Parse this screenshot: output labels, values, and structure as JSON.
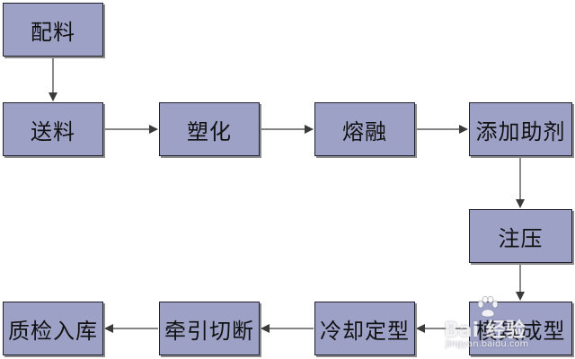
{
  "nodes": {
    "peiliao": "配料",
    "songliao": "送料",
    "suhua": "塑化",
    "rongrong": "熔融",
    "tianjia": "添加助剂",
    "zhuya": "注压",
    "moju": "模具成型",
    "lengque": "冷却定型",
    "qianyin": "牵引切断",
    "zhijian": "质检入库"
  },
  "watermark": {
    "logo": "Bai 经验",
    "url": "jingyan.baidu.com"
  },
  "colors": {
    "node_fill": "#9da1c6",
    "node_border": "#1f1f2e",
    "arrow": "#3a3a3a"
  }
}
